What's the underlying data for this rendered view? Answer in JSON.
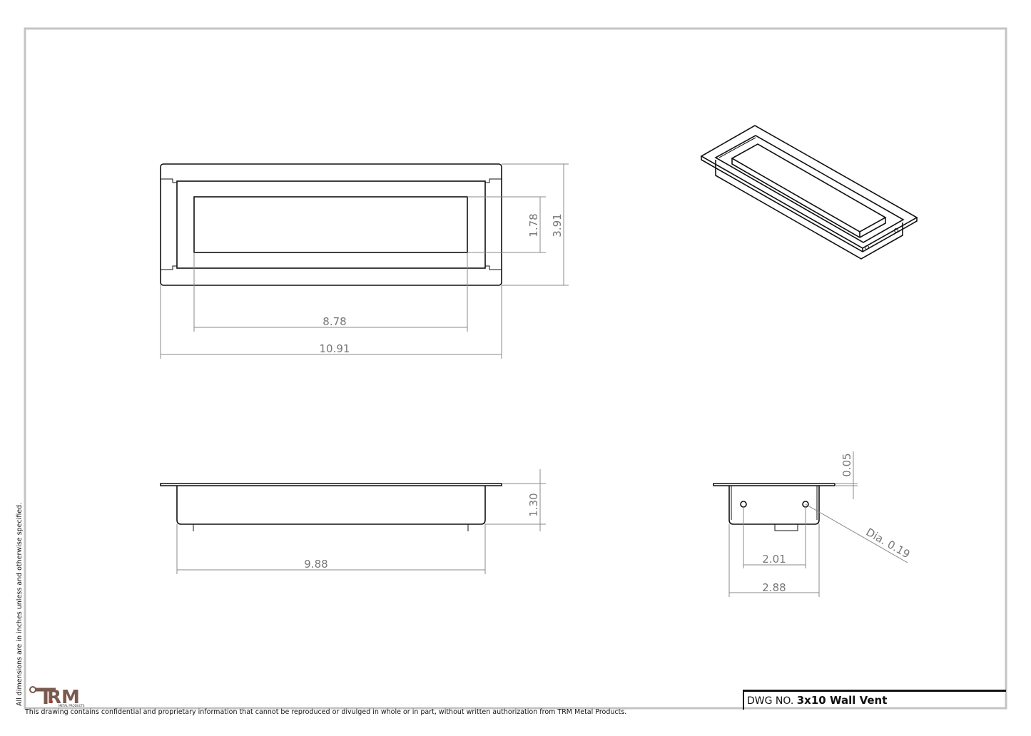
{
  "drawing": {
    "dwg_no_label": "DWG NO.",
    "dwg_no": "3x10 Wall Vent",
    "confidentiality_note": "This drawing contains confidential and proprietary information that cannot be reproduced or divulged in whole or in part, without written authorization from TRM Metal Products.",
    "units_note": "All dimensions are in inches unless and otherwise specified.",
    "logo_text": "TRM",
    "logo_subtext": "METAL PRODUCTS",
    "logo_color": "#7a5a4e",
    "line_color": "#111111",
    "dimension_color": "#888888",
    "border_color": "#c4c4c4"
  },
  "views": {
    "front": {
      "dims": {
        "grille_height": "1.78",
        "overall_height": "3.91",
        "grille_width": "8.78",
        "overall_width": "10.91"
      }
    },
    "side": {
      "dims": {
        "depth": "1.30",
        "body_length": "9.88"
      }
    },
    "end": {
      "dims": {
        "flange_thickness": "0.05",
        "hole_diameter": "Dia. 0.19",
        "hole_spacing": "2.01",
        "body_width": "2.88"
      }
    },
    "isometric": {}
  }
}
